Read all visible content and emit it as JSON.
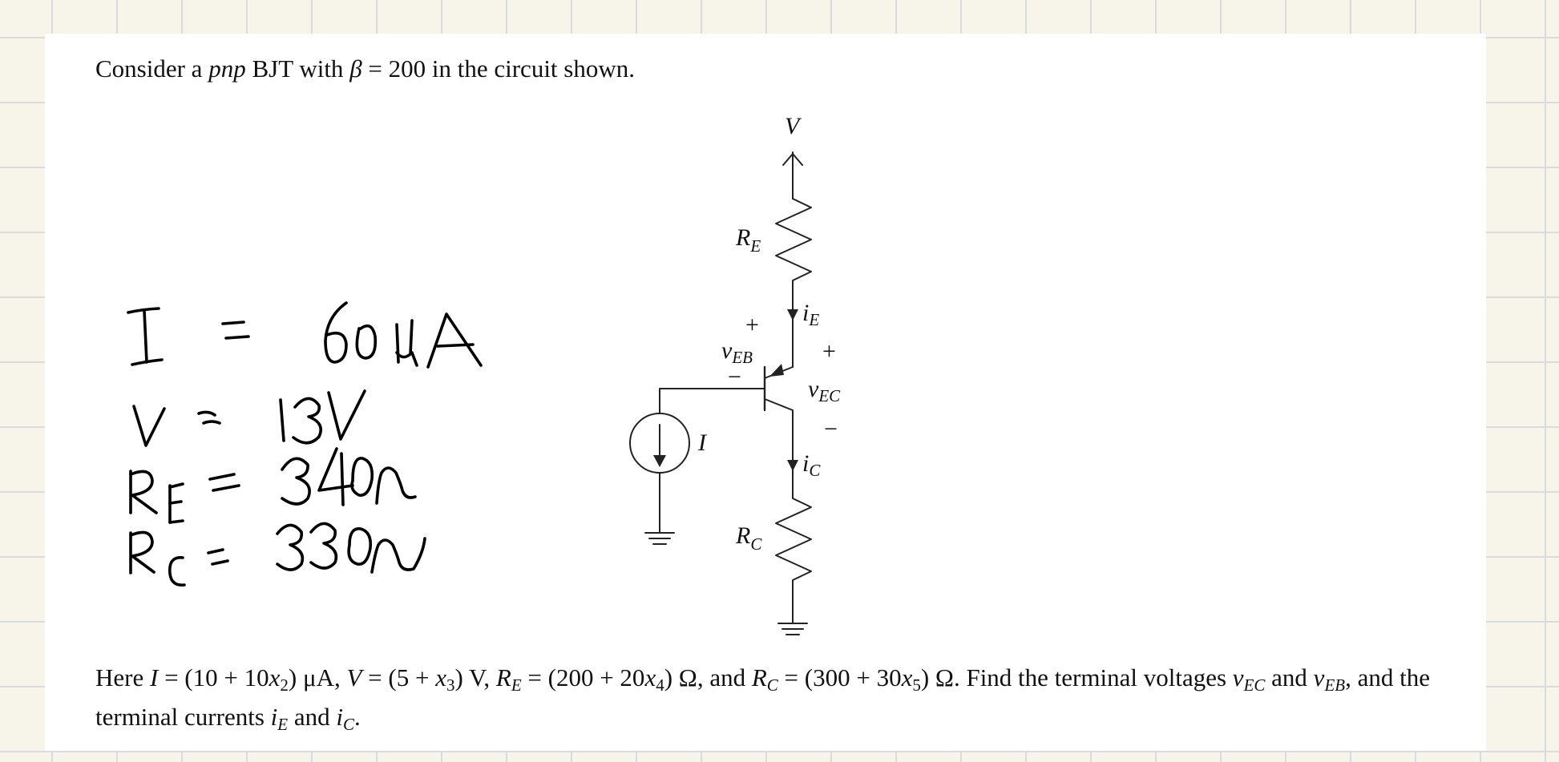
{
  "problem": {
    "intro": {
      "pre": "Consider a ",
      "pnp": "pnp",
      "mid": " BJT with ",
      "beta_sym": "β",
      "beta_val": " = 200 in the circuit shown."
    },
    "statement": {
      "p1": "Here ",
      "I": "I",
      "p2": " = (10 + 10",
      "x": "x",
      "s2": "2",
      "p3": ") μA, ",
      "V": "V",
      "p4": " = (5 + ",
      "s3": "3",
      "p5": ") V, ",
      "R": "R",
      "E": "E",
      "p6": " = (200 + 20",
      "s4": "4",
      "p7": ") Ω, and ",
      "C": "C",
      "p8": " = (300 + 30",
      "s5": "5",
      "p9": ") Ω. Find the terminal voltages ",
      "v": "v",
      "EC": "EC",
      "and": " and ",
      "EB": "EB",
      "p10": ", and the terminal currents ",
      "i": "i",
      "end": "."
    }
  },
  "circuit": {
    "supply_label": "V",
    "re_label": "R",
    "re_sub": "E",
    "rc_label": "R",
    "rc_sub": "C",
    "ie_label": "i",
    "ie_sub": "E",
    "ic_label": "i",
    "ic_sub": "C",
    "veb_label": "v",
    "veb_sub": "EB",
    "vec_label": "v",
    "vec_sub": "EC",
    "source_label": "I",
    "plus": "+",
    "minus": "−"
  },
  "handwritten_notes": [
    "I = 60 μA",
    "V = 13V",
    "RE = 340Ω",
    "RC = 330Ω"
  ]
}
